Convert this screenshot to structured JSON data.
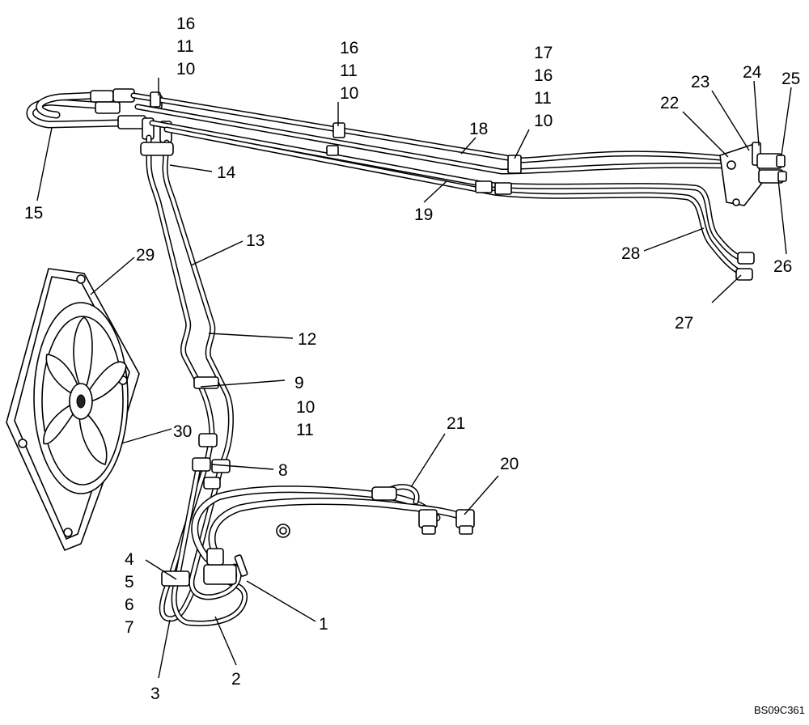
{
  "diagram": {
    "drawing_code": "BS09C361",
    "callouts": [
      {
        "id": "c1",
        "text": "1"
      },
      {
        "id": "c2",
        "text": "2"
      },
      {
        "id": "c3",
        "text": "3"
      },
      {
        "id": "c4",
        "text": "4"
      },
      {
        "id": "c5",
        "text": "5"
      },
      {
        "id": "c6",
        "text": "6"
      },
      {
        "id": "c7",
        "text": "7"
      },
      {
        "id": "c8",
        "text": "8"
      },
      {
        "id": "c9",
        "text": "9"
      },
      {
        "id": "c10a",
        "text": "10"
      },
      {
        "id": "c11a",
        "text": "11"
      },
      {
        "id": "c12",
        "text": "12"
      },
      {
        "id": "c13",
        "text": "13"
      },
      {
        "id": "c14",
        "text": "14"
      },
      {
        "id": "c15",
        "text": "15"
      },
      {
        "id": "c16a",
        "text": "16"
      },
      {
        "id": "c11b",
        "text": "11"
      },
      {
        "id": "c10b",
        "text": "10"
      },
      {
        "id": "c16b",
        "text": "16"
      },
      {
        "id": "c11c",
        "text": "11"
      },
      {
        "id": "c10c",
        "text": "10"
      },
      {
        "id": "c17",
        "text": "17"
      },
      {
        "id": "c16c",
        "text": "16"
      },
      {
        "id": "c11d",
        "text": "11"
      },
      {
        "id": "c10d",
        "text": "10"
      },
      {
        "id": "c18",
        "text": "18"
      },
      {
        "id": "c19",
        "text": "19"
      },
      {
        "id": "c20",
        "text": "20"
      },
      {
        "id": "c21",
        "text": "21"
      },
      {
        "id": "c22",
        "text": "22"
      },
      {
        "id": "c23",
        "text": "23"
      },
      {
        "id": "c24",
        "text": "24"
      },
      {
        "id": "c25",
        "text": "25"
      },
      {
        "id": "c26",
        "text": "26"
      },
      {
        "id": "c27",
        "text": "27"
      },
      {
        "id": "c28",
        "text": "28"
      },
      {
        "id": "c29",
        "text": "29"
      },
      {
        "id": "c30",
        "text": "30"
      }
    ]
  }
}
